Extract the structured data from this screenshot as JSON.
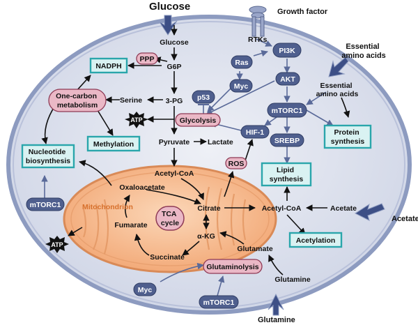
{
  "cell": {
    "inputs": {
      "glucose": "Glucose",
      "growth_factor": "Growth factor",
      "essential_aa_outside": "Essential amino acids",
      "acetate_outside": "Acetate",
      "glutamine_outside": "Glutamine"
    },
    "glycolysis_path": {
      "glucose": "Glucose",
      "g6p": "G6P",
      "three_pg": "3-PG",
      "pyruvate": "Pyruvate",
      "lactate": "Lactate",
      "acetyl_coa_mito": "Acetyl-CoA",
      "serine": "Serine"
    },
    "pink_nodes": {
      "ppp": "PPP",
      "nadph": "NADPH",
      "one_carbon": "One-carbon metabolism",
      "glycolysis": "Glycolysis",
      "ros": "ROS",
      "glutaminolysis": "Glutaminolysis"
    },
    "blue_nodes": {
      "ras": "Ras",
      "myc_top": "Myc",
      "pi3k": "PI3K",
      "akt": "AKT",
      "p53": "p53",
      "mtorc1_top": "mTORC1",
      "hif1": "HIF-1",
      "srebp": "SREBP",
      "mtorc1_left": "mTORC1",
      "myc_bottom": "Myc",
      "mtorc1_bottom": "mTORC1"
    },
    "teal_boxes": {
      "methylation": "Methylation",
      "nucleotide": "Nucleotide biosynthesis",
      "protein": "Protein synthesis",
      "lipid": "Lipid synthesis",
      "acetylation": "Acetylation"
    },
    "labels": {
      "rtks": "RTKs",
      "essential_aa_inside": "Essential amino acids",
      "acetyl_coa_cyto": "Acetyl-CoA",
      "acetate_inside": "Acetate",
      "glutamate": "Glutamate",
      "glutamine_inside": "Glutamine",
      "atp_top": "ATP",
      "atp_bottom": "ATP"
    },
    "mitochondrion": {
      "label": "Mitochondrion",
      "oxaloacetate": "Oxaloacetate",
      "citrate": "Citrate",
      "tca": "TCA cycle",
      "fumarate": "Fumarate",
      "akg": "α-KG",
      "succinate": "Succinate"
    },
    "colors": {
      "cell_fill": "#dfe3ef",
      "membrane": "#8d9bc0",
      "mito_fill": "#f4b98d",
      "mito_stroke": "#d98a57",
      "mito_text": "#d7702c",
      "blue_pill": "#4f5f8e",
      "pink_pill": "#eab8c6",
      "teal_border": "#2aa6ab"
    }
  }
}
